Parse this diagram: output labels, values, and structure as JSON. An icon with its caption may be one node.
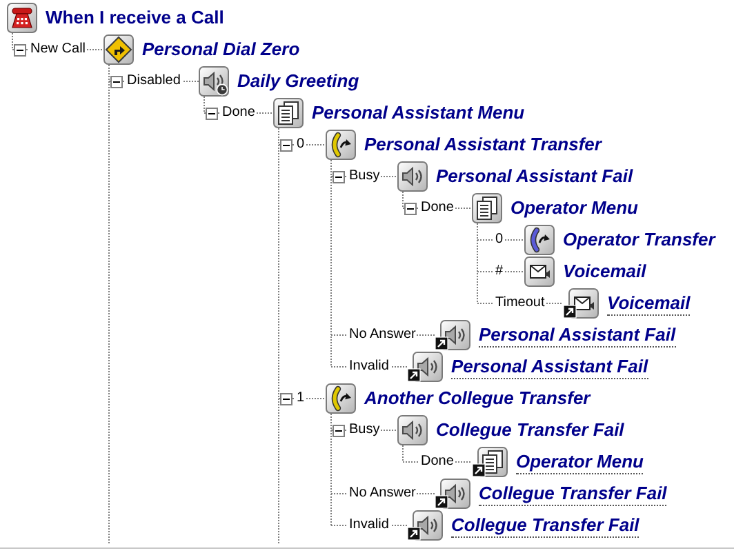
{
  "diagram": {
    "nodes": [
      {
        "text": [
          "When I receive a Call"
        ]
      },
      {
        "text": [
          "Personal Dial Zero"
        ]
      },
      {
        "text": [
          "Daily Greeting"
        ]
      },
      {
        "text": [
          "Personal Assistant Menu"
        ]
      },
      {
        "text": [
          "Personal Assistant Transfer"
        ]
      },
      {
        "text": [
          "Personal Assistant Fail"
        ]
      },
      {
        "text": [
          "Operator Menu"
        ]
      },
      {
        "text": [
          "Operator Transfer"
        ]
      },
      {
        "text": [
          "Voicemail"
        ]
      },
      {
        "text": [
          "Voicemail"
        ]
      },
      {
        "text": [
          "Personal Assistant Fail"
        ]
      },
      {
        "text": [
          "Personal Assistant Fail"
        ]
      },
      {
        "text": [
          "Another Collegue Transfer"
        ]
      },
      {
        "text": [
          "Collegue Transfer Fail"
        ]
      },
      {
        "text": [
          "Operator Menu"
        ]
      },
      {
        "text": [
          "Collegue Transfer Fail"
        ]
      },
      {
        "text": [
          "Collegue Transfer Fail"
        ]
      }
    ],
    "edges": [
      {
        "from": 0,
        "to": 1,
        "arrow": "none",
        "label": "New Call"
      },
      {
        "from": 1,
        "to": 2,
        "arrow": "none",
        "label": "Disabled"
      },
      {
        "from": 2,
        "to": 3,
        "arrow": "none",
        "label": "Done"
      },
      {
        "from": 3,
        "to": 4,
        "arrow": "none",
        "label": "0"
      },
      {
        "from": 4,
        "to": 5,
        "arrow": "none",
        "label": "Busy"
      },
      {
        "from": 5,
        "to": 6,
        "arrow": "none",
        "label": "Done"
      },
      {
        "from": 6,
        "to": 7,
        "arrow": "none",
        "label": "0"
      },
      {
        "from": 6,
        "to": 8,
        "arrow": "none",
        "label": "#"
      },
      {
        "from": 6,
        "to": 9,
        "arrow": "none",
        "label": "Timeout"
      },
      {
        "from": 4,
        "to": 10,
        "arrow": "none",
        "label": "No Answer"
      },
      {
        "from": 4,
        "to": 11,
        "arrow": "none",
        "label": "Invalid"
      },
      {
        "from": 3,
        "to": 12,
        "arrow": "none",
        "label": "1"
      },
      {
        "from": 12,
        "to": 13,
        "arrow": "none",
        "label": "Busy"
      },
      {
        "from": 13,
        "to": 14,
        "arrow": "none",
        "label": "Done"
      },
      {
        "from": 12,
        "to": 15,
        "arrow": "none",
        "label": "No Answer"
      },
      {
        "from": 12,
        "to": 16,
        "arrow": "none",
        "label": "Invalid"
      },
      {
        "from": 1,
        "to": null,
        "arrow": "none"
      },
      {
        "from": 3,
        "to": null,
        "arrow": "none"
      }
    ]
  }
}
